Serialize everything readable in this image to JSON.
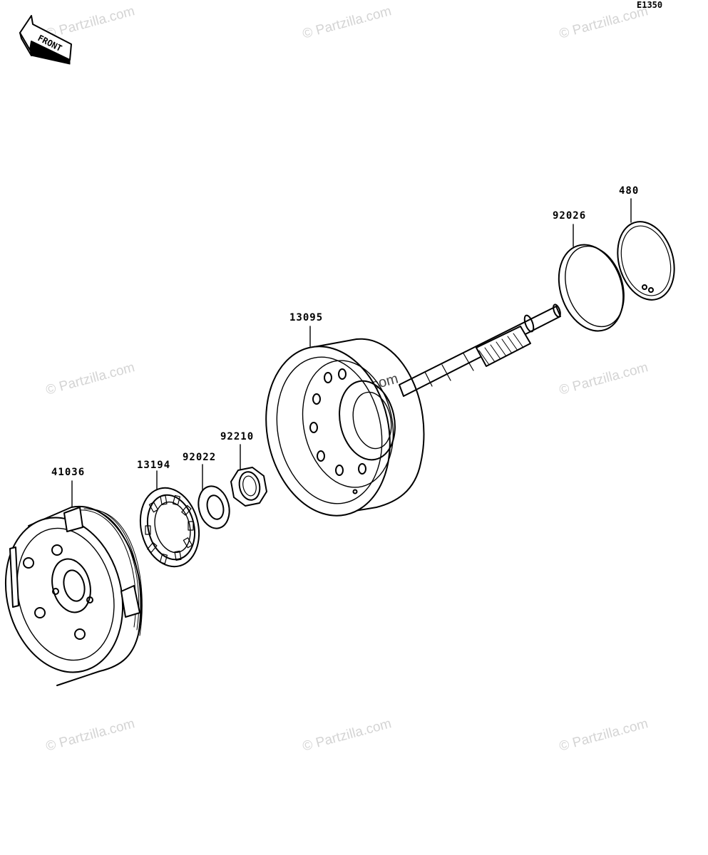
{
  "diagram_code": "E1350",
  "front_label": "FRONT",
  "watermark_text": "© Partzilla.com",
  "parts": [
    {
      "number": "41036"
    },
    {
      "number": "13194"
    },
    {
      "number": "92022"
    },
    {
      "number": "92210"
    },
    {
      "number": "13095"
    },
    {
      "number": "92026"
    },
    {
      "number": "480"
    }
  ]
}
